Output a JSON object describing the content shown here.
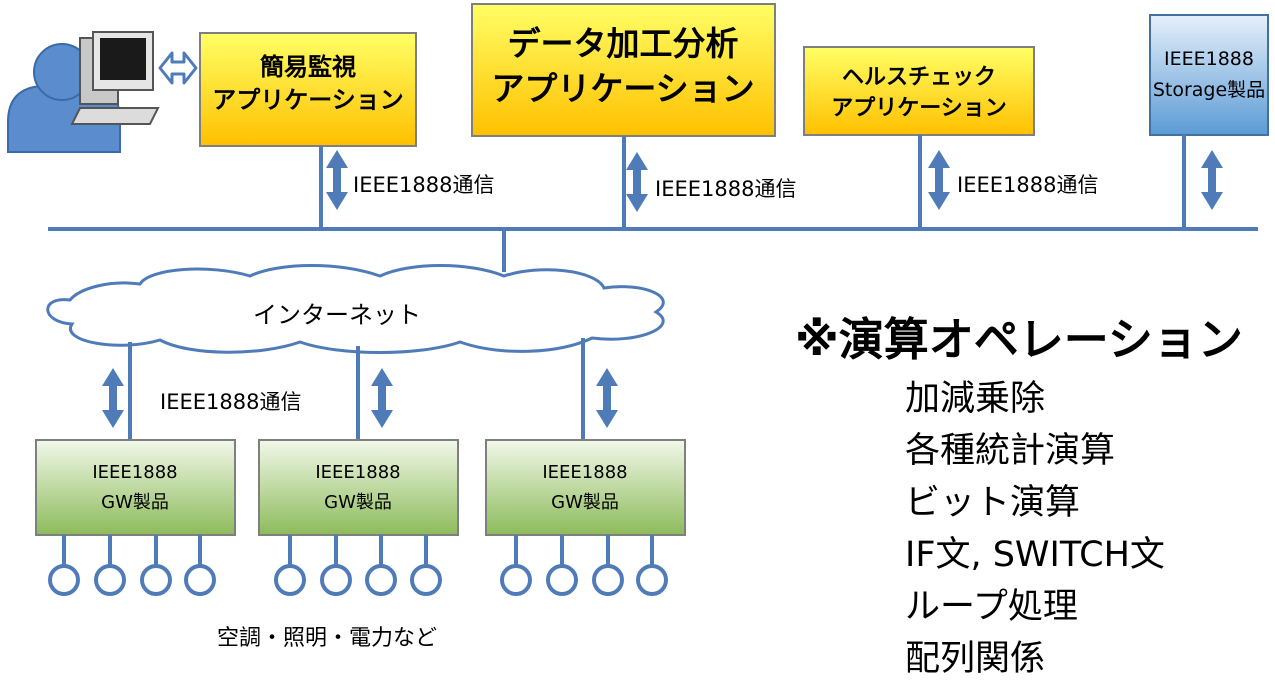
{
  "applications": {
    "simple_monitor": [
      "簡易監視",
      "アプリケーション"
    ],
    "data_analysis": [
      "データ加工分析",
      "アプリケーション"
    ],
    "health_check": [
      "ヘルスチェック",
      "アプリケーション"
    ],
    "storage": [
      "IEEE1888",
      "Storage製品"
    ]
  },
  "comm_label": "IEEE1888通信",
  "cloud_label": "インターネット",
  "gateway": [
    "IEEE1888",
    "GW製品"
  ],
  "devices_caption": "空調・照明・電力など",
  "operations": {
    "title": "※演算オペレーション",
    "items": [
      "加減乗除",
      "各種統計演算",
      "ビット演算",
      "IF文, SWITCH文",
      "ループ処理",
      "配列関係"
    ]
  },
  "colors": {
    "line": "#4f7cb8",
    "app_fill_top": "#ffff66",
    "app_fill_bottom": "#ffc000",
    "app_border": "#7f7f7f",
    "storage_top": "#e6f0fb",
    "storage_bottom": "#5b9bd5",
    "gw_top": "#f2f8ea",
    "gw_bottom": "#8cbb5a",
    "user": "#5b8ccd"
  }
}
